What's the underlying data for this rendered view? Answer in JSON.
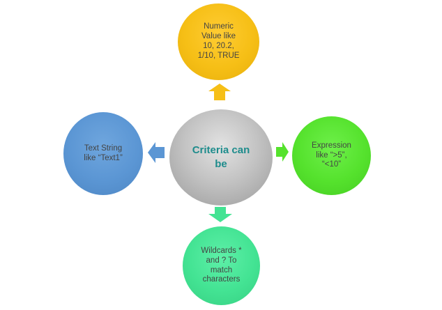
{
  "diagram": {
    "center": {
      "label": "Criteria can\nbe",
      "color": "#a9a9a9",
      "text_color": "#1e8c8c"
    },
    "nodes": {
      "top": {
        "label": "Numeric\nValue like\n10, 20.2,\n1/10, TRUE",
        "color": "#f6bf16"
      },
      "left": {
        "label": "Text String\nlike “Text1”",
        "color": "#5b96d4"
      },
      "right": {
        "label": "Expression\nlike “>5”,\n“<10”",
        "color": "#55e22d"
      },
      "bottom": {
        "label": "Wildcards *\nand ? To\nmatch\ncharacters",
        "color": "#43e393"
      }
    }
  }
}
